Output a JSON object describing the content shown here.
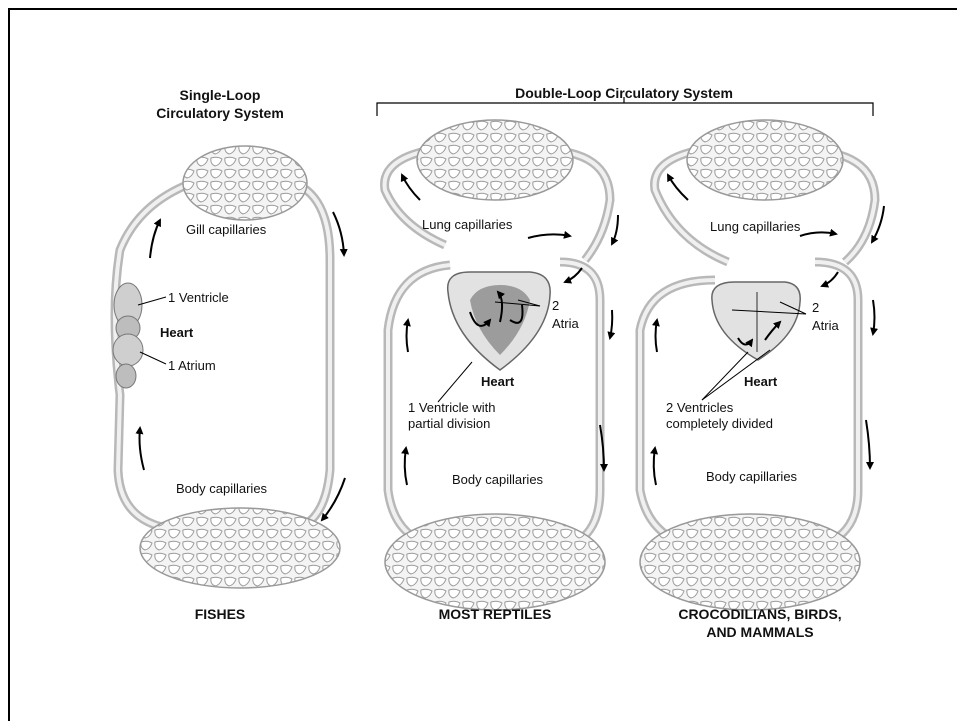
{
  "single_loop": {
    "title_line1": "Single-Loop",
    "title_line2": "Circulatory System",
    "gill_label": "Gill capillaries",
    "ventricle_label": "1 Ventricle",
    "heart_label": "Heart",
    "atrium_label": "1 Atrium",
    "body_label": "Body capillaries",
    "caption": "FISHES"
  },
  "double_loop": {
    "title": "Double-Loop Circulatory System"
  },
  "reptiles": {
    "lung_label": "Lung capillaries",
    "atria_label_line1": "2",
    "atria_label_line2": "Atria",
    "heart_label": "Heart",
    "ventricle_line1": "1 Ventricle with",
    "ventricle_line2": "partial division",
    "body_label": "Body capillaries",
    "caption": "MOST REPTILES"
  },
  "mammals": {
    "lung_label": "Lung capillaries",
    "atria_label_line1": "2",
    "atria_label_line2": "Atria",
    "heart_label": "Heart",
    "ventricle_line1": "2 Ventricles",
    "ventricle_line2": "completely divided",
    "body_label": "Body capillaries",
    "caption_line1": "CROCODILIANS, BIRDS,",
    "caption_line2": "AND MAMMALS"
  }
}
